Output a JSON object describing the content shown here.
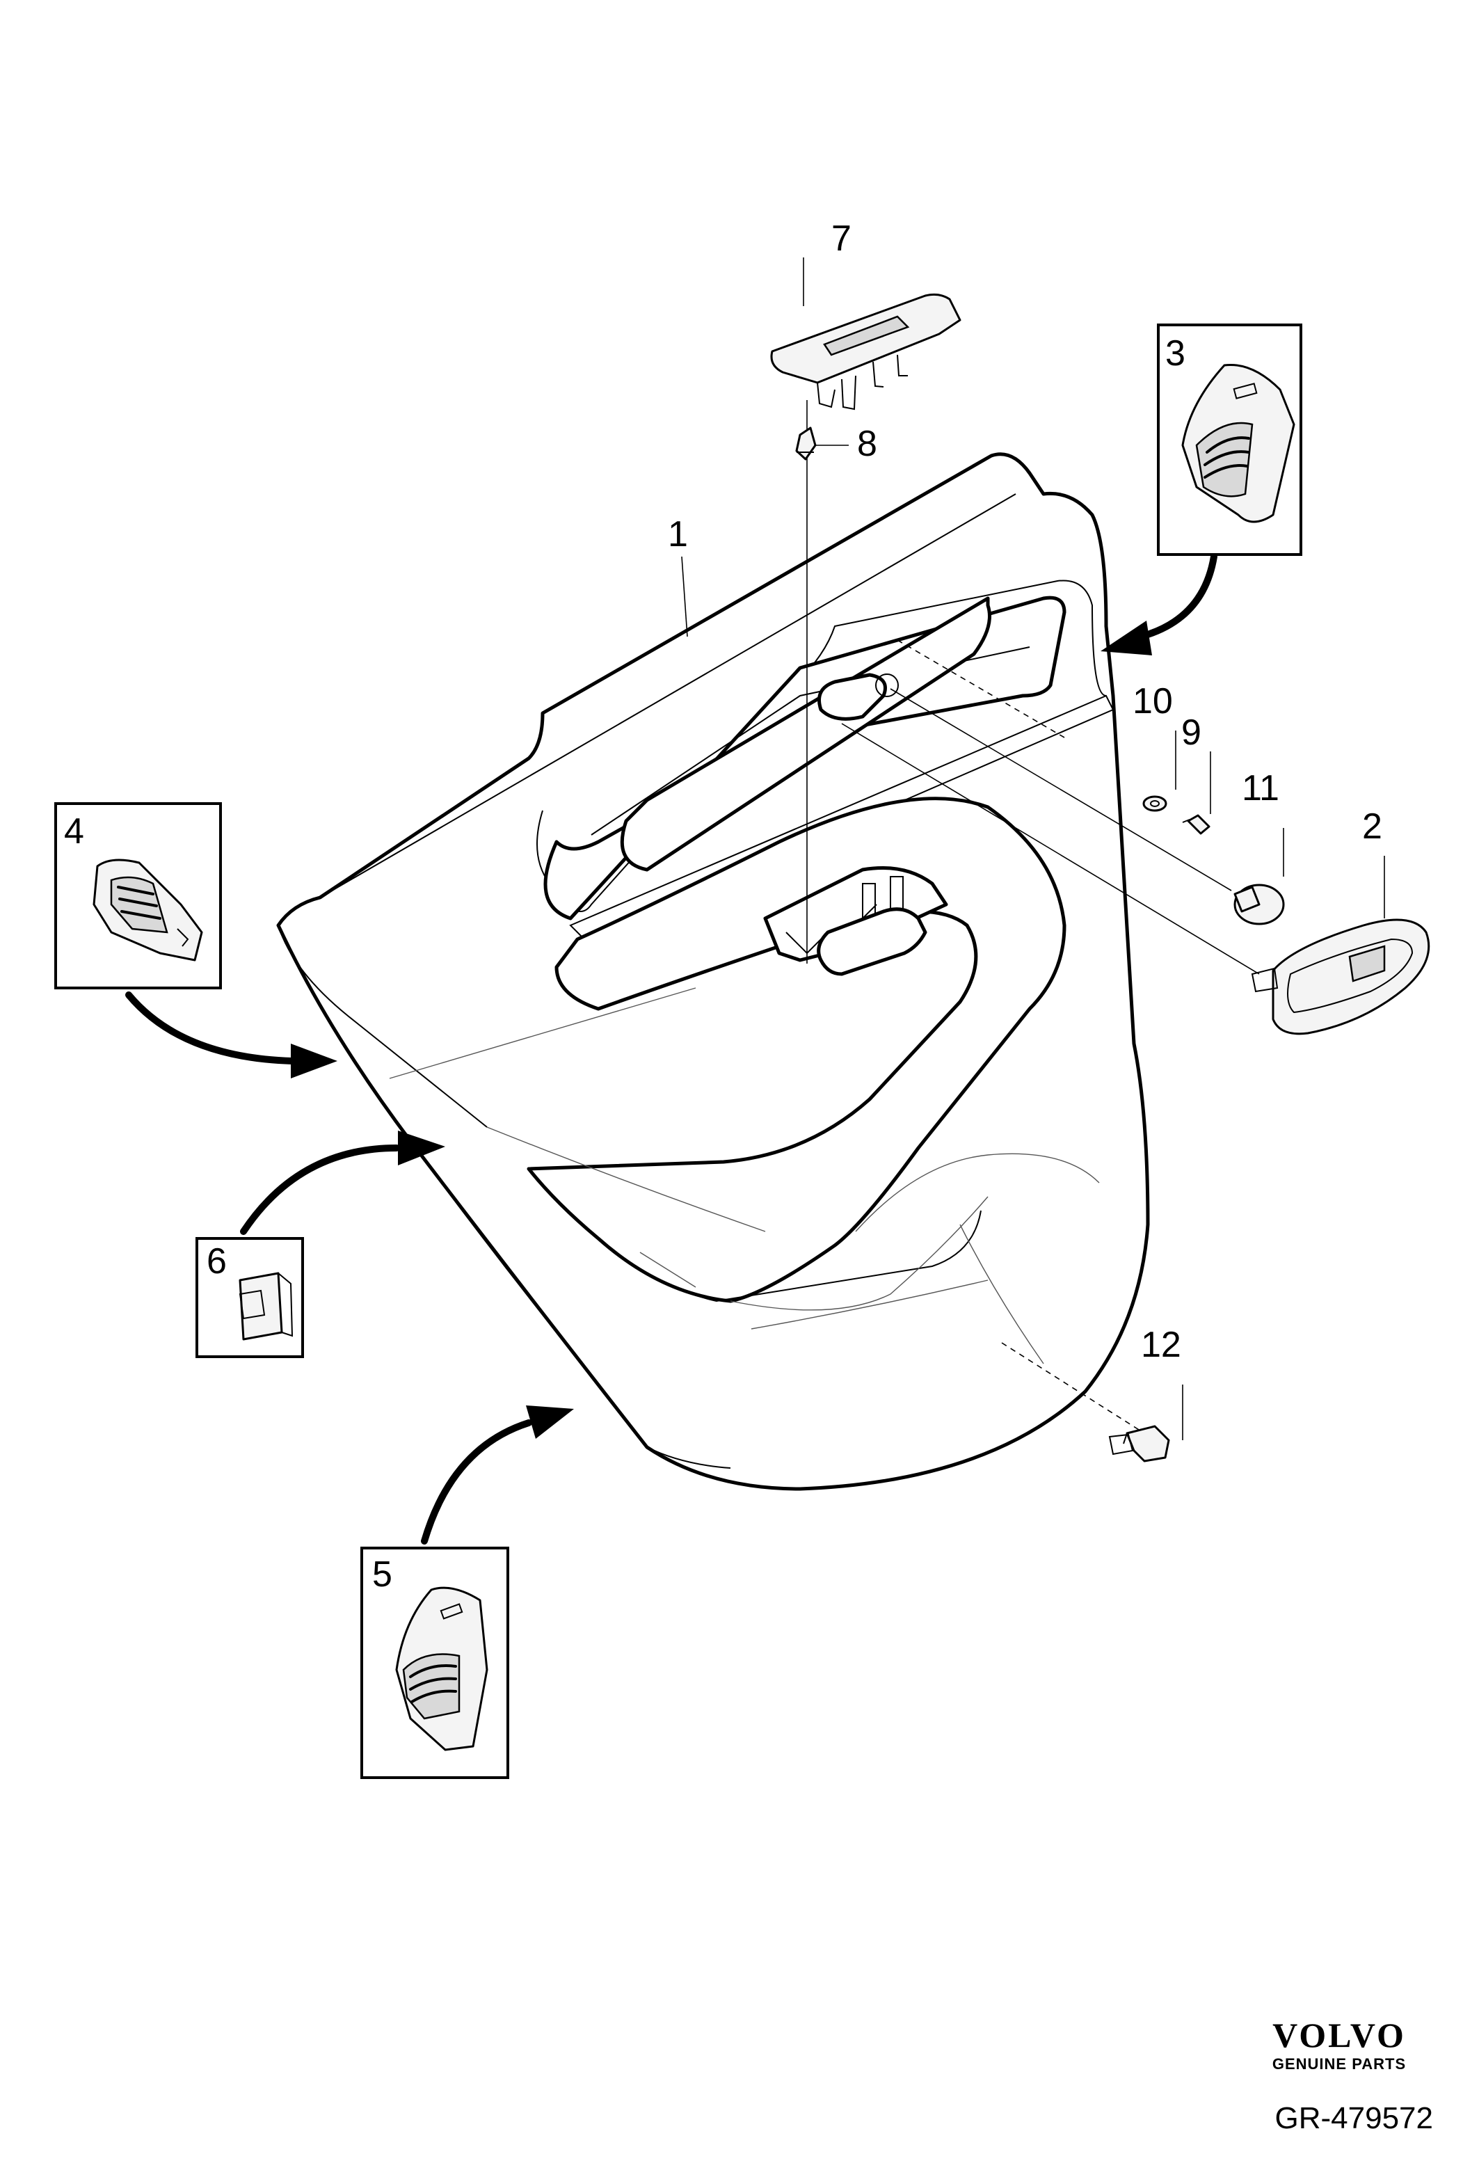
{
  "callouts": {
    "c1": "1",
    "c2": "2",
    "c3": "3",
    "c4": "4",
    "c5": "5",
    "c6": "6",
    "c7": "7",
    "c8": "8",
    "c9": "9",
    "c10": "10",
    "c11": "11",
    "c12": "12"
  },
  "brand": {
    "logo_text": "VOLVO",
    "sub_text": "GENUINE PARTS"
  },
  "drawing_ref": "GR-479572",
  "colors": {
    "ink": "#000000",
    "paper": "#ffffff"
  }
}
